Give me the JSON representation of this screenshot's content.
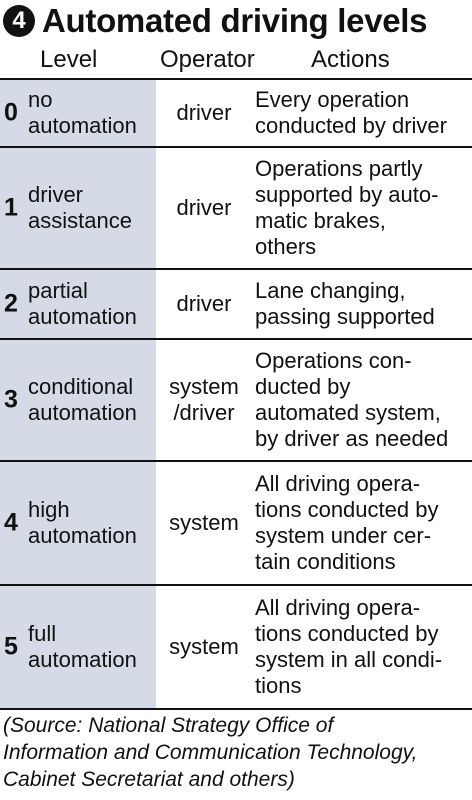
{
  "badge": "4",
  "title": "Automated driving levels",
  "headers": {
    "level": "Level",
    "operator": "Operator",
    "actions": "Actions"
  },
  "rows": [
    {
      "num": "0",
      "name": "no\nautomation",
      "operator": "driver",
      "actions": "Every operation\nconducted by driver"
    },
    {
      "num": "1",
      "name": "driver\nassistance",
      "operator": "driver",
      "actions": "Operations partly\nsupported by auto-\nmatic brakes,\nothers"
    },
    {
      "num": "2",
      "name": "partial\nautomation",
      "operator": "driver",
      "actions": "Lane changing,\npassing supported"
    },
    {
      "num": "3",
      "name": "conditional\nautomation",
      "operator": "system\n/driver",
      "actions": "Operations con-\nducted by\nautomated system,\nby driver as needed"
    },
    {
      "num": "4",
      "name": "high\nautomation",
      "operator": "system",
      "actions": "All driving opera-\ntions conducted by\nsystem under cer-\ntain conditions"
    },
    {
      "num": "5",
      "name": "full\nautomation",
      "operator": "system",
      "actions": "All driving opera-\ntions conducted by\nsystem in all condi-\ntions"
    }
  ],
  "source": "(Source: National Strategy Office of\nInformation and Communication Technology,\nCabinet Secretariat and others)"
}
